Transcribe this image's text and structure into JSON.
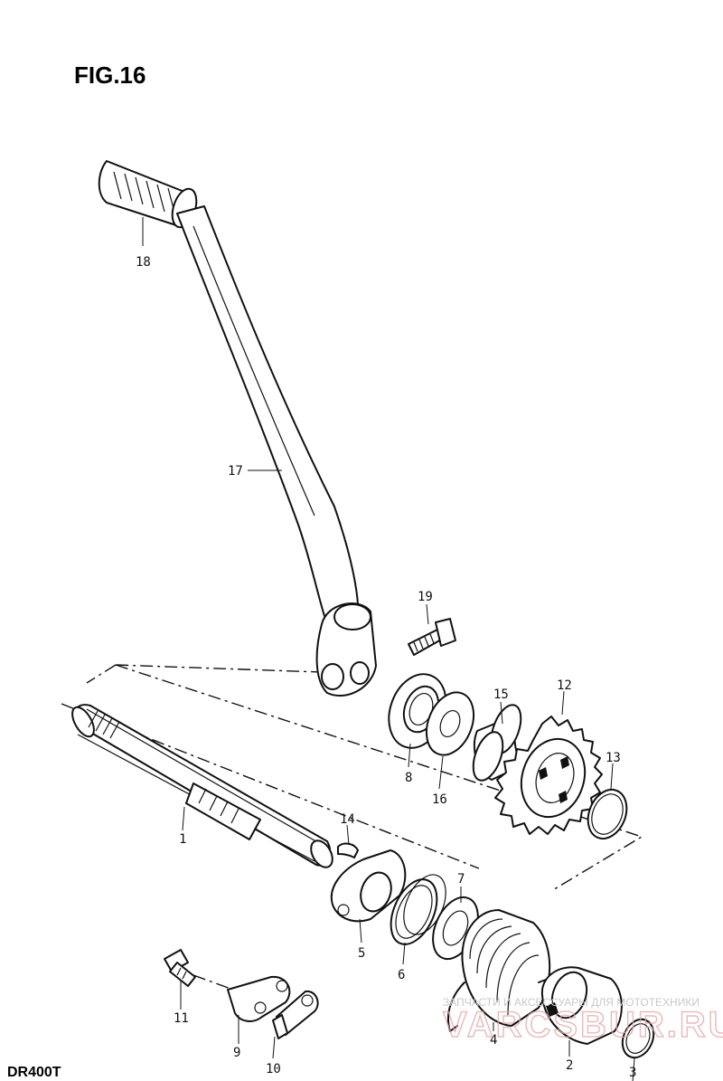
{
  "figure": {
    "title": "FIG.16",
    "model": "DR400T"
  },
  "callouts": [
    {
      "id": "c18",
      "text": "18"
    },
    {
      "id": "c17",
      "text": "17"
    },
    {
      "id": "c19",
      "text": "19"
    },
    {
      "id": "c15",
      "text": "15"
    },
    {
      "id": "c12",
      "text": "12"
    },
    {
      "id": "c8",
      "text": "8"
    },
    {
      "id": "c16",
      "text": "16"
    },
    {
      "id": "c13",
      "text": "13"
    },
    {
      "id": "c1",
      "text": "1"
    },
    {
      "id": "c14",
      "text": "14"
    },
    {
      "id": "c7",
      "text": "7"
    },
    {
      "id": "c5",
      "text": "5"
    },
    {
      "id": "c6",
      "text": "6"
    },
    {
      "id": "c4",
      "text": "4"
    },
    {
      "id": "c11",
      "text": "11"
    },
    {
      "id": "c9",
      "text": "9"
    },
    {
      "id": "c10",
      "text": "10"
    },
    {
      "id": "c2",
      "text": "2"
    },
    {
      "id": "c3",
      "text": "3"
    }
  ],
  "watermark": {
    "caption": "ЗАПЧАСТИ И АКСЕССУАРЫ ДЛЯ МОТОТЕХНИКИ",
    "brand": "VARCSBUR.RU"
  }
}
